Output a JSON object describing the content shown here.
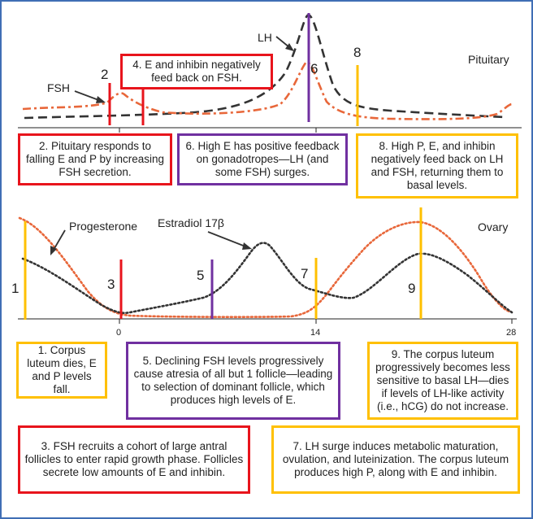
{
  "colors": {
    "red": "#e8141c",
    "purple": "#7030a0",
    "gold": "#ffc000",
    "curve_dark": "#333333",
    "curve_orange": "#e8673a",
    "frame": "#3f6eb5"
  },
  "labels": {
    "pituitary": "Pituitary",
    "ovary": "Ovary",
    "fsh": "FSH",
    "lh": "LH",
    "progesterone": "Progesterone",
    "estradiol": "Estradiol 17β"
  },
  "axis_ticks": [
    "0",
    "14",
    "28"
  ],
  "markers": {
    "m1": "1",
    "m2": "2",
    "m3": "3",
    "m5": "5",
    "m6": "6",
    "m7": "7",
    "m8": "8",
    "m9": "9"
  },
  "boxes": {
    "b2": "2. Pituitary responds to falling E and P by increasing FSH secretion.",
    "b4": "4. E and inhibin negatively feed back on FSH.",
    "b6": "6. High E has positive feedback on gonadotropes—LH (and some FSH) surges.",
    "b8": "8. High P, E, and inhibin negatively feed back on LH and FSH, returning them to basal levels.",
    "b1": "1. Corpus luteum dies, E and P levels fall.",
    "b5": "5. Declining FSH levels progressively cause atresia of all but 1 follicle—leading to selection of dominant follicle, which produces high levels of E.",
    "b9": "9. The corpus luteum progressively becomes less sensitive to basal LH—dies if levels of LH-like activity (i.e., hCG) do not increase.",
    "b3": "3. FSH recruits a cohort of large antral follicles to enter rapid growth phase. Follicles secrete low amounts of E and inhibin.",
    "b7": "7. LH surge induces metabolic maturation, ovulation, and luteinization. The corpus luteum produces high P, along with E and inhibin."
  }
}
